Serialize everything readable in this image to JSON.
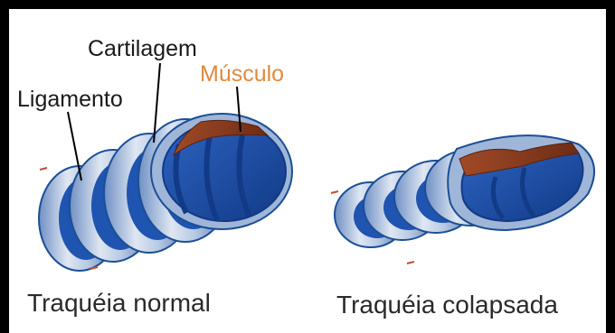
{
  "labels": {
    "cartilage": "Cartilagem",
    "muscle": "Músculo",
    "ligament": "Ligamento"
  },
  "captions": {
    "normal": "Traquéia normal",
    "collapsed": "Traquéia colapsada"
  },
  "colors": {
    "ring_outer": "#9fb6d8",
    "ring_light": "#dfe7f2",
    "ring_dark": "#1b4f96",
    "lumen": "#1f54b0",
    "lumen_band": "#123a86",
    "muscle": "#8a3a1e",
    "muscle_label": "#e08a3c",
    "frame": "#000000"
  }
}
